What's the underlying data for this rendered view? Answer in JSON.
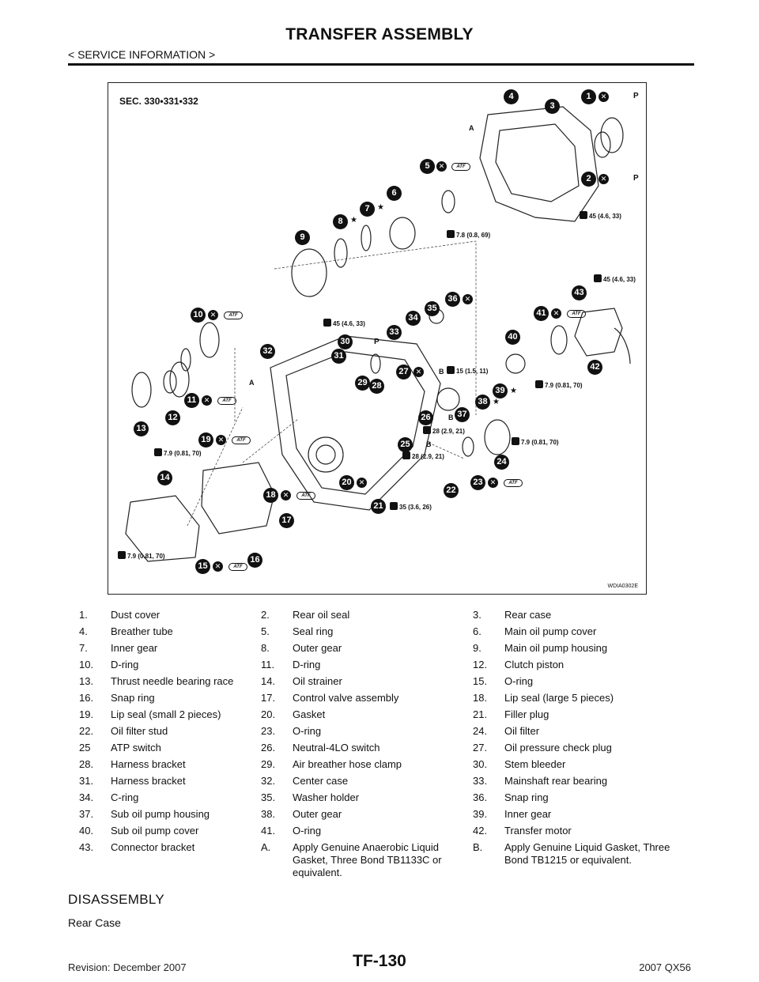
{
  "header": {
    "title": "TRANSFER ASSEMBLY",
    "subtitle": "< SERVICE INFORMATION >"
  },
  "figure": {
    "section": "SEC. 330•331•332",
    "id": "WDIA0302E",
    "callouts": [
      "1",
      "2",
      "3",
      "4",
      "5",
      "6",
      "7",
      "8",
      "9",
      "10",
      "11",
      "12",
      "13",
      "14",
      "15",
      "16",
      "17",
      "18",
      "19",
      "20",
      "21",
      "22",
      "23",
      "24",
      "25",
      "26",
      "27",
      "28",
      "29",
      "30",
      "31",
      "32",
      "33",
      "34",
      "35",
      "36",
      "37",
      "38",
      "39",
      "40",
      "41",
      "42",
      "43"
    ],
    "torques": [
      "45 (4.6, 33)",
      "7.8 (0.8, 69)",
      "45 (4.6, 33)",
      "45 (4.6, 33)",
      "15 (1.5, 11)",
      "7.9 (0.81, 70)",
      "28 (2.9, 21)",
      "28 (2.9, 21)",
      "7.9 (0.81, 70)",
      "7.9 (0.81, 70)",
      "35 (3.6, 26)",
      "7.9 (0.81, 70)"
    ],
    "atf_label": "ATF",
    "marks": {
      "a": "A",
      "b": "B",
      "star": "★",
      "p": "P"
    }
  },
  "legend": [
    [
      [
        "1.",
        "Dust cover"
      ],
      [
        "2.",
        "Rear oil seal"
      ],
      [
        "3.",
        "Rear case"
      ]
    ],
    [
      [
        "4.",
        "Breather tube"
      ],
      [
        "5.",
        "Seal ring"
      ],
      [
        "6.",
        "Main oil pump cover"
      ]
    ],
    [
      [
        "7.",
        "Inner gear"
      ],
      [
        "8.",
        "Outer gear"
      ],
      [
        "9.",
        "Main oil pump housing"
      ]
    ],
    [
      [
        "10.",
        "D-ring"
      ],
      [
        "11.",
        "D-ring"
      ],
      [
        "12.",
        "Clutch piston"
      ]
    ],
    [
      [
        "13.",
        "Thrust needle bearing race"
      ],
      [
        "14.",
        "Oil strainer"
      ],
      [
        "15.",
        "O-ring"
      ]
    ],
    [
      [
        "16.",
        "Snap ring"
      ],
      [
        "17.",
        "Control valve assembly"
      ],
      [
        "18.",
        "Lip seal (large 5 pieces)"
      ]
    ],
    [
      [
        "19.",
        "Lip seal (small 2 pieces)"
      ],
      [
        "20.",
        "Gasket"
      ],
      [
        "21.",
        "Filler plug"
      ]
    ],
    [
      [
        "22.",
        "Oil filter stud"
      ],
      [
        "23.",
        "O-ring"
      ],
      [
        "24.",
        "Oil filter"
      ]
    ],
    [
      [
        "25",
        "ATP switch"
      ],
      [
        "26.",
        "Neutral-4LO switch"
      ],
      [
        "27.",
        "Oil pressure check plug"
      ]
    ],
    [
      [
        "28.",
        "Harness bracket"
      ],
      [
        "29.",
        "Air breather hose clamp"
      ],
      [
        "30.",
        "Stem bleeder"
      ]
    ],
    [
      [
        "31.",
        "Harness bracket"
      ],
      [
        "32.",
        "Center case"
      ],
      [
        "33.",
        "Mainshaft rear bearing"
      ]
    ],
    [
      [
        "34.",
        "C-ring"
      ],
      [
        "35.",
        "Washer holder"
      ],
      [
        "36.",
        "Snap ring"
      ]
    ],
    [
      [
        "37.",
        "Sub oil pump housing"
      ],
      [
        "38.",
        "Outer gear"
      ],
      [
        "39.",
        "Inner gear"
      ]
    ],
    [
      [
        "40.",
        "Sub oil pump cover"
      ],
      [
        "41.",
        "O-ring"
      ],
      [
        "42.",
        "Transfer motor"
      ]
    ],
    [
      [
        "43.",
        "Connector bracket"
      ],
      [
        "A.",
        "Apply Genuine Anaerobic Liquid Gasket, Three Bond TB1133C or equivalent."
      ],
      [
        "B.",
        "Apply Genuine Liquid Gasket, Three Bond TB1215 or equivalent."
      ]
    ]
  ],
  "section_heading": "DISASSEMBLY",
  "sub_heading": "Rear Case",
  "footer": {
    "page": "TF-130",
    "revision": "Revision: December 2007",
    "model": "2007 QX56"
  }
}
